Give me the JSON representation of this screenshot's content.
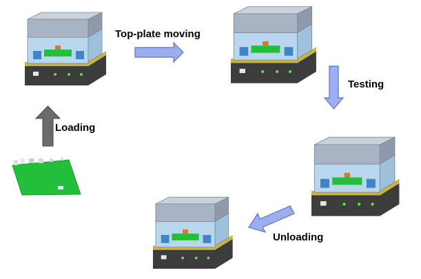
{
  "labels": {
    "top_plate_moving": "Top-plate moving",
    "testing": "Testing",
    "loading": "Loading",
    "unloading": "Unloading"
  },
  "colors": {
    "arrow_blue": "#9aaef0",
    "arrow_blue_edge": "#5a72c8",
    "arrow_gray": "#6b6b6b",
    "fixture_body": "#3c3c3c",
    "fixture_cover": "#a8b4c4",
    "fixture_glass": "#b9d6ec",
    "fixture_rail": "#c8b43c",
    "pcb_green": "#22c03a",
    "connector_blue": "#3f83c9"
  },
  "icons": {
    "fixture": "test-fixture-icon",
    "board": "pcb-board-icon"
  }
}
